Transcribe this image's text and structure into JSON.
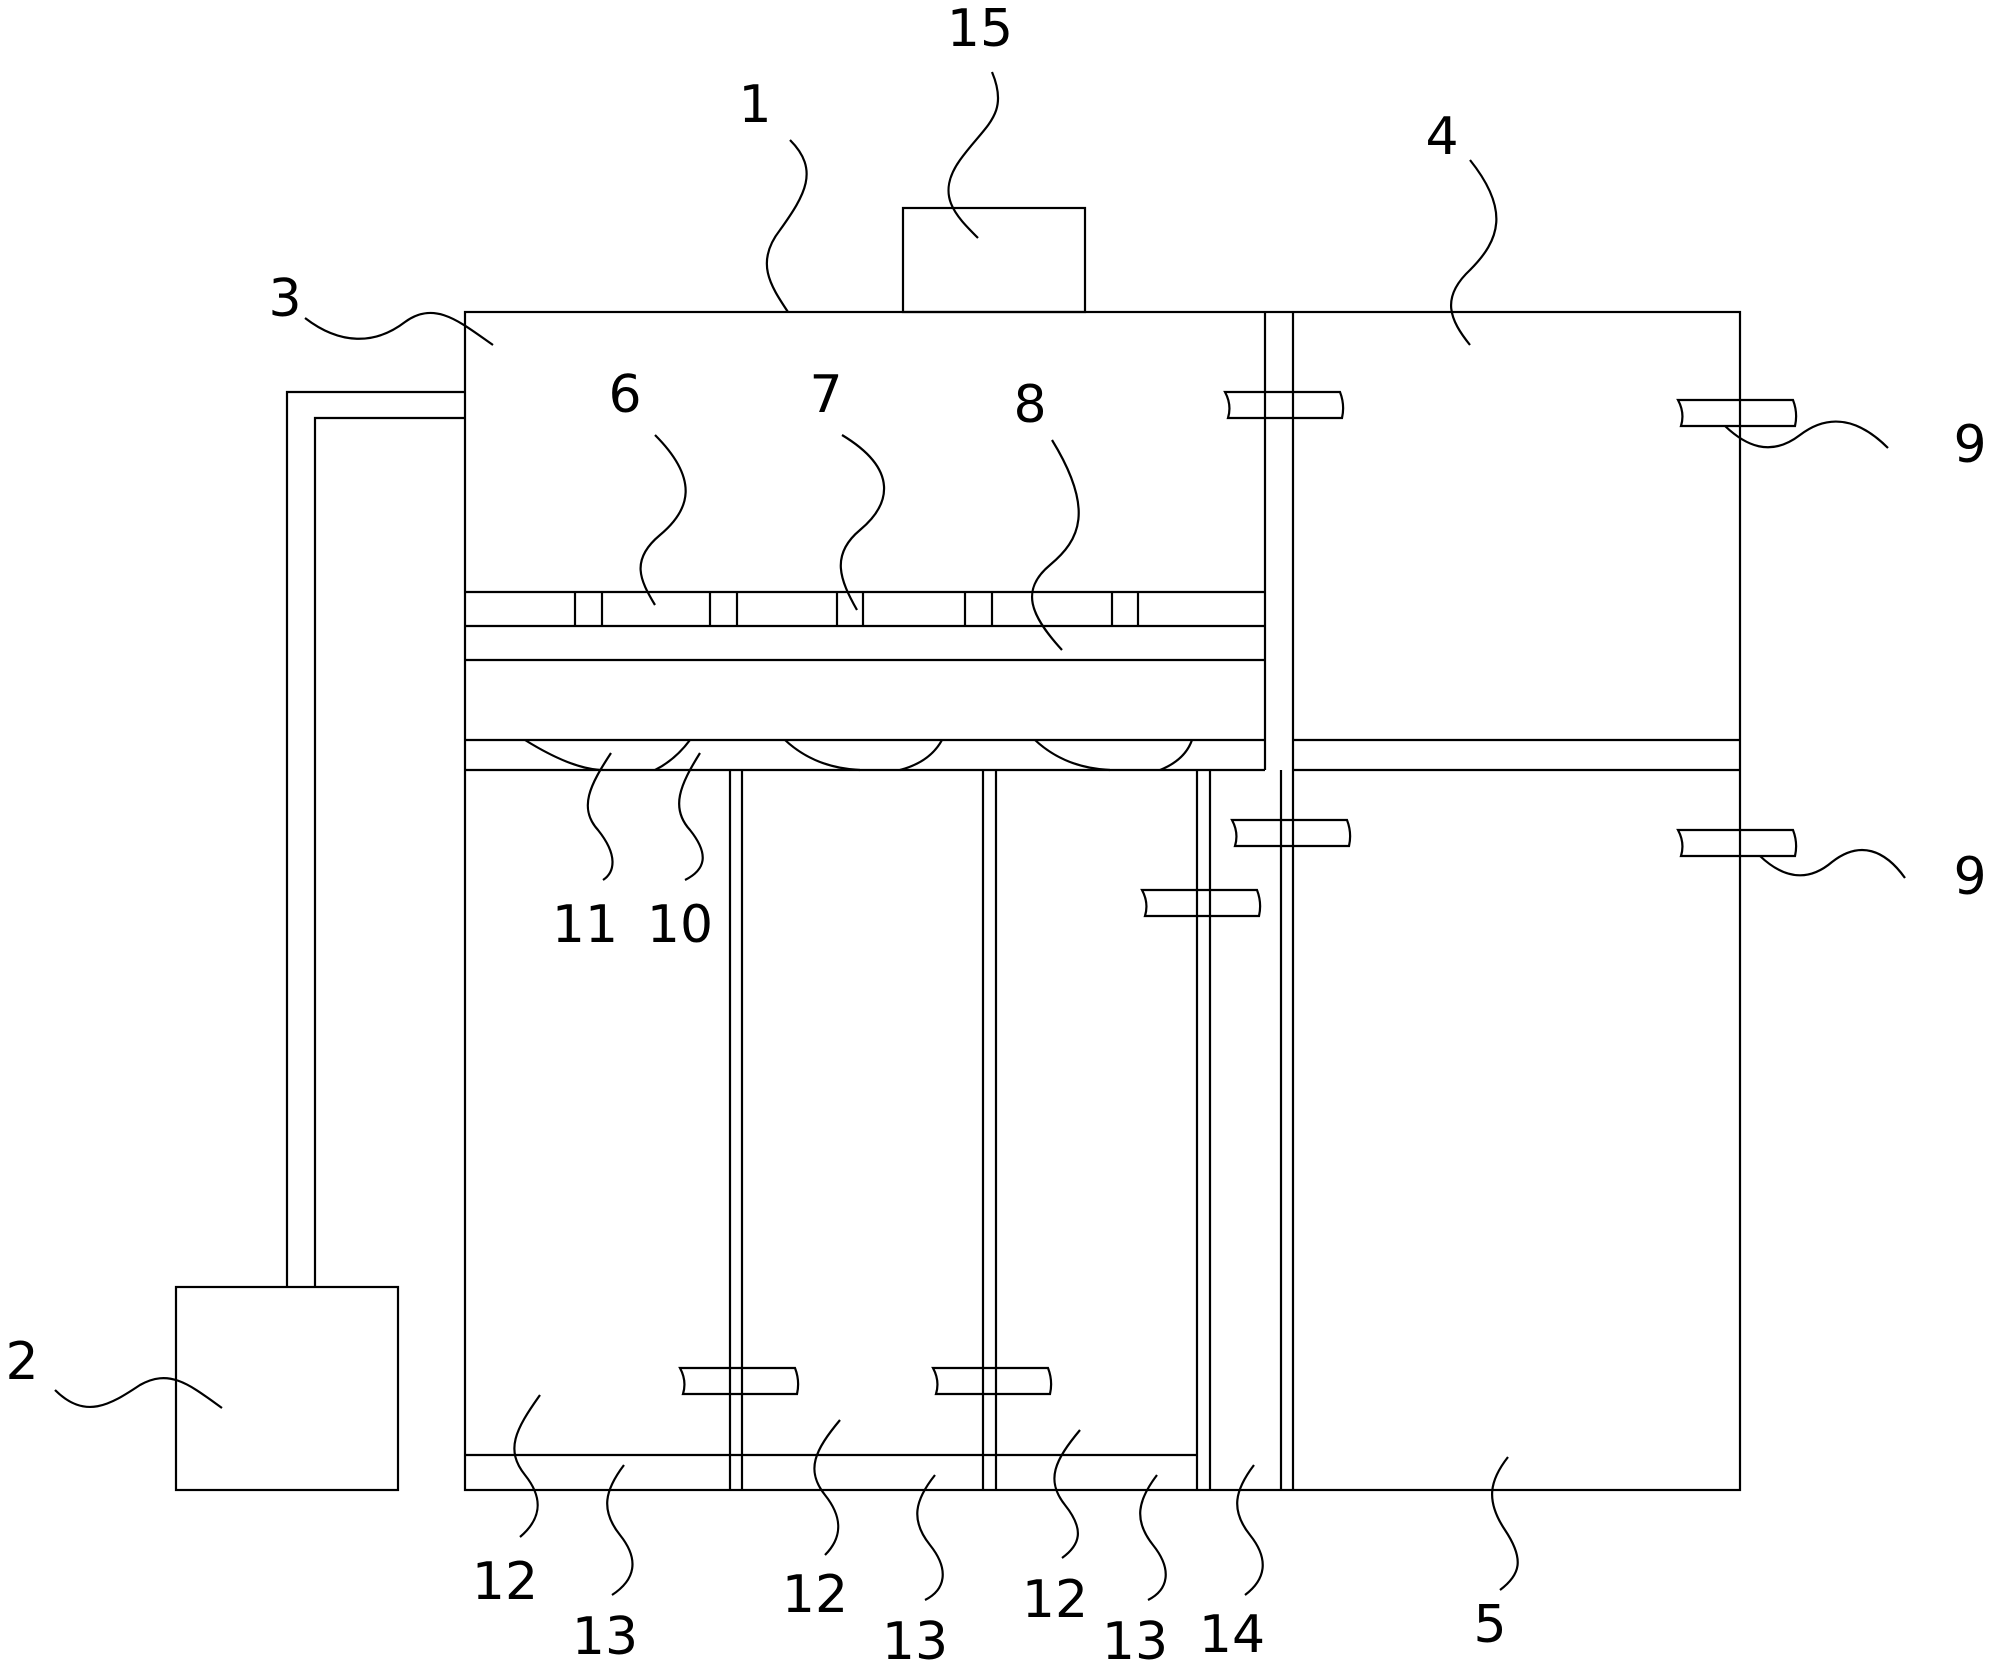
{
  "labels": {
    "n1": "1",
    "n2": "2",
    "n3": "3",
    "n4": "4",
    "n5": "5",
    "n6": "6",
    "n7": "7",
    "n8": "8",
    "n9": "9",
    "n10": "10",
    "n11": "11",
    "n12": "12",
    "n13": "13",
    "n14": "14",
    "n15": "15"
  },
  "colors": {
    "line": "#000000",
    "background": "#ffffff"
  }
}
